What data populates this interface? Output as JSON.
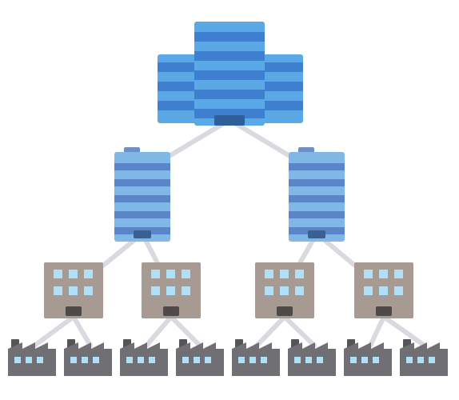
{
  "diagram": {
    "kind": "organization-hierarchy",
    "levels": [
      {
        "level": 0,
        "node_type": "headquarters-building",
        "count": 1
      },
      {
        "level": 1,
        "node_type": "regional-office-building",
        "count": 2
      },
      {
        "level": 2,
        "node_type": "branch-building",
        "count": 4
      },
      {
        "level": 3,
        "node_type": "factory",
        "count": 8
      }
    ],
    "colors": {
      "hq_body": "#5aa9e6",
      "hq_stripe": "#3f7fd0",
      "hq_tower_light": "#6db8ee",
      "hq_door": "#2f5f9a",
      "office_body": "#7fb7e6",
      "office_stripe": "#5a86c8",
      "office_cap": "#6d8fc4",
      "office_door": "#3a5f90",
      "branch_body": "#a69a93",
      "branch_window": "#aee0f8",
      "branch_door": "#4f4a48",
      "factory_body": "#6f6f74",
      "factory_window": "#aee0f8",
      "connector": "#d9d9df"
    }
  }
}
